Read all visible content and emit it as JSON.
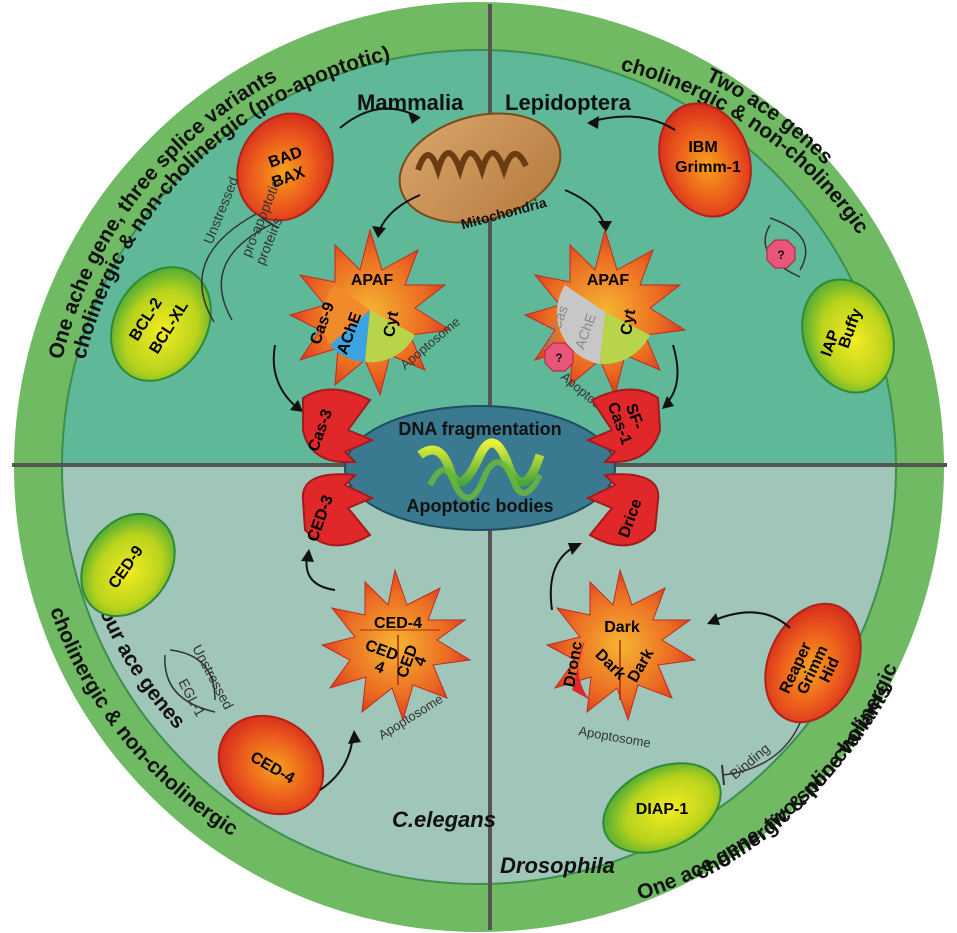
{
  "ring": {
    "mammalia": [
      "One ache gene, three splice variants",
      "cholinergic & non-cholinergic (pro-apoptotic)"
    ],
    "lepidoptera": [
      "Two ace genes",
      "cholinergic & non-cholinergic"
    ],
    "celegans": [
      "Four ace genes",
      "cholinergic & non-cholinergic"
    ],
    "drosophila": [
      "One ace gene, two splice variants",
      "cholinergic & non-cholinergic"
    ]
  },
  "quadrants": {
    "mammalia": "Mammalia",
    "lepidoptera": "Lepidoptera",
    "celegans": "C.elegans",
    "drosophila": "Drosophila"
  },
  "center": {
    "top": "DNA fragmentation",
    "bottom": "Apoptotic bodies"
  },
  "mammalia": {
    "pro_apoptotic": [
      "BAD",
      "BAX"
    ],
    "anti_apoptotic": [
      "BCL-2",
      "BCL-XL"
    ],
    "unstressed": "Unstressed",
    "pro_proteins": [
      "pro-apoptotic",
      "proteins"
    ],
    "mito": "Mitochondria",
    "apaf": "APAF",
    "cas9": "Cas-9",
    "ache": "AChE",
    "cyt": "Cyt",
    "apoptosome": "Apoptosome",
    "executioner": "Cas-3"
  },
  "lepidoptera": {
    "pro_apoptotic": [
      "IBM",
      "Grimm-1"
    ],
    "anti_apoptotic": [
      "Buffy",
      "IAP"
    ],
    "question": "?",
    "apaf": "APAF",
    "initcas": "Init Cas",
    "ache": "AChE",
    "cyt": "Cyt",
    "apoptosome": "Apoptosome",
    "executioner": [
      "SF-",
      "Cas-1"
    ]
  },
  "celegans": {
    "anti": "CED-9",
    "pro": "CED-4",
    "unstressed": "Unstressed",
    "egl": "EGL-1",
    "center": "CED-4",
    "ced4a": [
      "CED",
      "4"
    ],
    "ced4b": [
      "CED",
      "4"
    ],
    "apoptosome": "Apoptosome",
    "executioner": "CED-3"
  },
  "drosophila": {
    "pro": [
      "Reaper",
      "Grimm",
      "Hid"
    ],
    "anti": "DIAP-1",
    "binding": "Binding",
    "dark_top": "Dark",
    "dronc": "Dronc",
    "dark_a": "Dark",
    "dark_b": "Dark",
    "apoptosome": "Apoptosome",
    "executioner": "Drice"
  },
  "colors": {
    "outer_ring": "#6fba63",
    "top_quad": "#5fb998",
    "bottom_quad": "#9fc6b8",
    "divider": "#555555",
    "center_oval": "#3a7a91",
    "red": "#e0282a"
  }
}
